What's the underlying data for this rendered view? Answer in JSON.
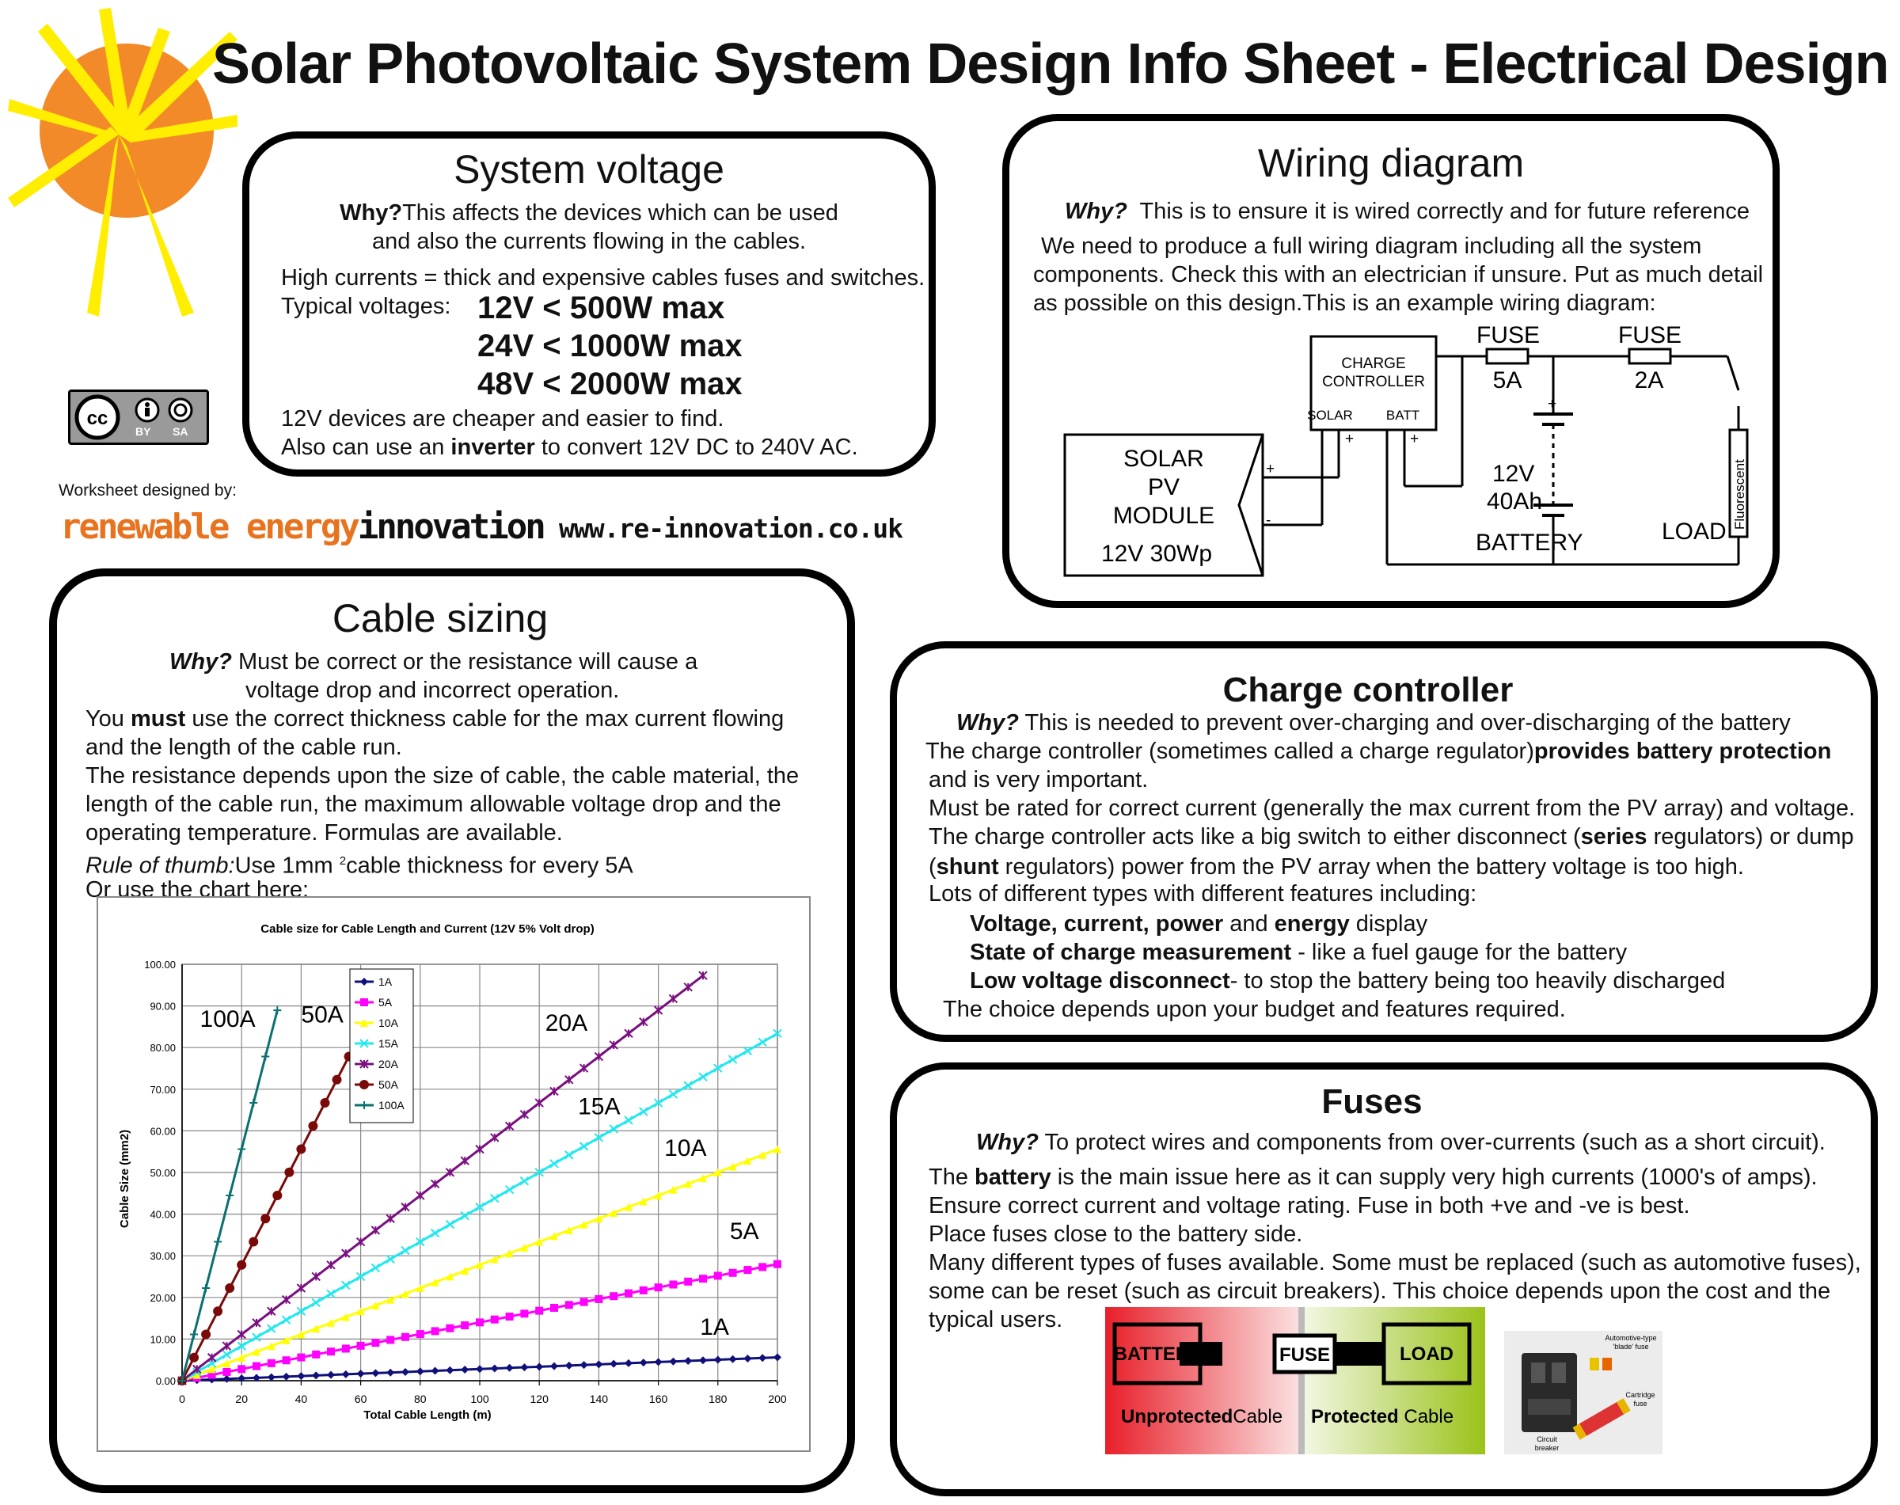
{
  "header": {
    "title": "Solar Photovoltaic System Design Info Sheet - Electrical Design"
  },
  "branding": {
    "cc_license": "BY SA",
    "designed_by": "Worksheet designed by:",
    "company_part1": "renewable energy",
    "company_part2": "innovation",
    "website": "www.re-innovation.co.uk",
    "colors": {
      "sun_orange": "#f28a2a",
      "rays_yellow": "#ffee00",
      "brand_orange": "#e8731f"
    }
  },
  "system_voltage": {
    "title": "System voltage",
    "why_label": "Why?",
    "why_text1": "This affects the devices which can be used",
    "why_text2": "and also the currents flowing in the cables.",
    "high_currents": "High currents = thick and expensive cables fuses and switches.",
    "typical_label": "Typical voltages:",
    "voltages": [
      "12V < 500W max",
      "24V < 1000W max",
      "48V < 2000W max"
    ],
    "devices_note": "12V devices are cheaper and easier to find.",
    "inverter_pre": "Also can use an ",
    "inverter_bold": "inverter",
    "inverter_post": " to convert 12V DC to 240V AC."
  },
  "wiring": {
    "title": "Wiring diagram",
    "why_label": "Why?",
    "why_text": "This is to ensure it is wired correctly and for future reference",
    "para1": "We need to produce a full wiring diagram including all the system",
    "para2": "components. Check this with an electrician if unsure. Put as much detail",
    "para3": "as possible on this design.This is an example wiring diagram:",
    "diagram": {
      "charge1": "CHARGE",
      "charge2": "CONTROLLER",
      "solar_label": "SOLAR",
      "batt_label": "BATT",
      "plus": "+",
      "minus": "-",
      "fuse_word": "FUSE",
      "fuse1_rating": "5A",
      "fuse2_rating": "2A",
      "pv1": "SOLAR",
      "pv2": "PV",
      "pv3": "MODULE",
      "pv4": "12V 30Wp",
      "batt_v": "12V",
      "batt_ah": "40Ah",
      "battery": "BATTERY",
      "load": "LOAD",
      "fluorescent": "Fluorescent"
    }
  },
  "cable_sizing": {
    "title": "Cable sizing",
    "why_label": "Why?",
    "why_text1": " Must be correct or the resistance will cause a",
    "why_text2": "voltage drop and incorrect operation.",
    "must_pre": "You ",
    "must_bold": "must",
    "must_post": " use the correct thickness cable for the max current flowing",
    "line2": "and the length of the cable run.",
    "line3": "The resistance depends upon the size of cable, the cable material, the",
    "line4": "length of the cable run, the maximum allowable voltage drop and the",
    "line5": "operating temperature. Formulas are available.",
    "rule_label": "Rule of thumb:",
    "rule_a": "Use 1mm ",
    "rule_sup": "2",
    "rule_b": "cable thickness for every 5A",
    "chart_intro": "Or use the chart here:"
  },
  "chart_data": {
    "type": "line",
    "title": "Cable size for Cable Length and Current (12V 5% Volt drop)",
    "xlabel": "Total Cable Length (m)",
    "ylabel": "Cable Size (mm2)",
    "xlim": [
      0,
      200
    ],
    "ylim": [
      0,
      100
    ],
    "x_ticks": [
      "0",
      "20",
      "40",
      "60",
      "80",
      "100",
      "120",
      "140",
      "160",
      "180",
      "200"
    ],
    "y_ticks": [
      "0.00",
      "10.00",
      "20.00",
      "30.00",
      "40.00",
      "50.00",
      "60.00",
      "70.00",
      "80.00",
      "90.00",
      "100.00"
    ],
    "grid": true,
    "legend": "top-center",
    "series": [
      {
        "name": "1A",
        "slope": 0.028,
        "x_max": 200,
        "color": "#10107a",
        "marker": "diamond",
        "label": "1A",
        "label_at": [
          174,
          11
        ]
      },
      {
        "name": "5A",
        "slope": 0.14,
        "x_max": 200,
        "color": "#ff00ff",
        "marker": "square",
        "label": "5A",
        "label_at": [
          184,
          34
        ]
      },
      {
        "name": "10A",
        "slope": 0.278,
        "x_max": 200,
        "color": "#ffff00",
        "marker": "triangle",
        "label": "10A",
        "label_at": [
          162,
          54
        ]
      },
      {
        "name": "15A",
        "slope": 0.417,
        "x_max": 200,
        "color": "#22e8ee",
        "marker": "x",
        "label": "15A",
        "label_at": [
          133,
          64
        ]
      },
      {
        "name": "20A",
        "slope": 0.556,
        "x_max": 182,
        "color": "#7a1080",
        "marker": "star",
        "label": "20A",
        "label_at": [
          122,
          84
        ]
      },
      {
        "name": "50A",
        "slope": 1.39,
        "x_max": 72,
        "color": "#7a0a0a",
        "marker": "circle",
        "label": "50A",
        "label_at": [
          40,
          86
        ]
      },
      {
        "name": "100A",
        "slope": 2.78,
        "x_max": 36,
        "color": "#0a7070",
        "marker": "plus",
        "label": "100A",
        "label_at": [
          6,
          85
        ]
      }
    ]
  },
  "charge_controller": {
    "title": "Charge controller",
    "why_label": "Why?",
    "why_text": " This is needed to prevent over-charging and over-discharging of the battery",
    "l1_pre": "The charge controller (sometimes called a charge regulator)",
    "l1_bold": "provides battery protection",
    "l2": "and is very important.",
    "l3": "Must be rated for correct current (generally the max current from the PV array) and voltage.",
    "l4_pre": "The charge controller acts like a big switch to either disconnect (",
    "l4_bold": "series",
    "l4_post": " regulators) or dump",
    "l5_pre": "(",
    "l5_bold": "shunt",
    "l5_post": " regulators) power from the PV array when the battery voltage is too high.",
    "l6": "Lots of different types with different features including:",
    "f1_bold": "Voltage, current, power",
    "f1_mid": " and ",
    "f1_bold2": "energy",
    "f1_post": "  display",
    "f2_bold": "State of charge measurement",
    "f2_post": " - like a fuel gauge for the battery",
    "f3_bold": "Low voltage disconnect",
    "f3_post": "- to stop the battery being too heavily discharged",
    "l7": "The choice depends upon your budget and features required."
  },
  "fuses": {
    "title": "Fuses",
    "why_label": "Why?",
    "why_text": " To protect wires and components from over-currents (such as a short circuit).",
    "l1_pre": "The ",
    "l1_bold": "battery",
    "l1_post": " is the main issue here as it can supply very high currents (1000's of amps).",
    "l2": "Ensure correct current and voltage rating. Fuse in both +ve and -ve is best.",
    "l3": "Place fuses close to the battery side.",
    "l4": "Many different types of fuses available. Some must be replaced (such as automotive fuses),",
    "l5": "some can be reset (such as circuit breakers). This choice depends upon the cost and the",
    "l6": "typical users.",
    "diagram": {
      "battery": "BATTERY",
      "fuse": "FUSE",
      "load": "LOAD",
      "unprotected_bold": "Unprotected",
      "unprotected_rest": "Cable",
      "protected_bold": "Protected",
      "protected_rest": " Cable"
    },
    "photo": {
      "automotive": "Automotive-type",
      "blade": "'blade' fuse",
      "cartridge": "Cartridge",
      "fuse_word": "fuse",
      "circuit": "Circuit",
      "breaker": "breaker"
    }
  }
}
